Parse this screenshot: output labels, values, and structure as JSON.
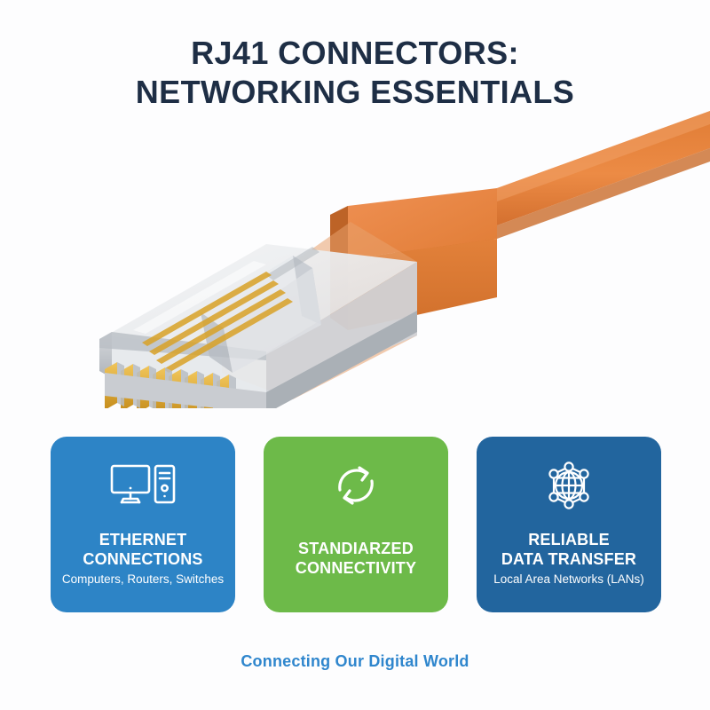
{
  "theme": {
    "background": "#fdfdfe",
    "title_color": "#1e2e45",
    "footer_color": "#2f86cd",
    "card_blue": "#2d84c6",
    "card_green": "#6dba49",
    "card_deep_blue": "#22659e",
    "cable_orange": "#e8803a",
    "connector_gray": "#c9ccd1",
    "pin_gold": "#d9a227"
  },
  "header": {
    "title_line_1": "RJ41 CONNECTORS:",
    "title_line_2": "NETWORKING ESSENTIALS"
  },
  "illustration": {
    "name": "rj41-ethernet-connector-illustration",
    "alt": "Orange ethernet patch cable with transparent RJ41 connector and gold contact pins"
  },
  "cards": [
    {
      "id": "ethernet-connections",
      "icon": "desktop-computer-icon",
      "title": "ETHERNET\nCONNECTIONS",
      "subtitle": "Computers, Routers, Switches",
      "color": "#2d84c6"
    },
    {
      "id": "standiarzed-connectivity",
      "icon": "sync-arrows-icon",
      "title": "STANDIARZED\nCONNECTIVITY",
      "subtitle": "",
      "color": "#6dba49"
    },
    {
      "id": "reliable-data-transfer",
      "icon": "globe-network-icon",
      "title": "RELIABLE\nDATA TRANSFER",
      "subtitle": "Local Area Networks (LANs)",
      "color": "#22659e"
    }
  ],
  "footer": {
    "tagline": "Connecting Our Digital World"
  }
}
